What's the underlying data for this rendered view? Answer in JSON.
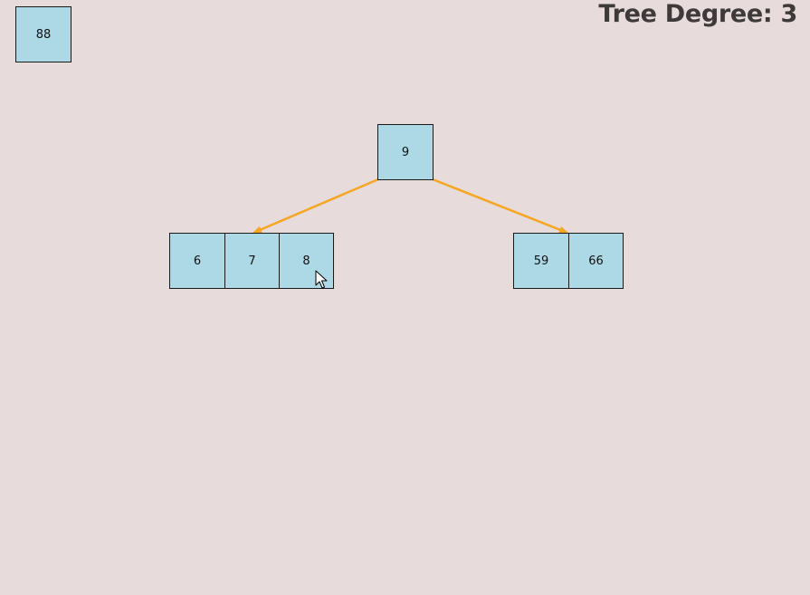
{
  "header": {
    "title": "Tree Degree: 3"
  },
  "colors": {
    "background": "#e7dbdb",
    "node_fill": "#add8e6",
    "node_border": "#1a1a1a",
    "edge": "#f5a623",
    "title_text": "#3e3a3a"
  },
  "pending_node": {
    "keys": [
      "88"
    ]
  },
  "tree": {
    "root": {
      "keys": [
        "9"
      ]
    },
    "children": [
      {
        "keys": [
          "6",
          "7",
          "8"
        ]
      },
      {
        "keys": [
          "59",
          "66"
        ]
      }
    ]
  }
}
